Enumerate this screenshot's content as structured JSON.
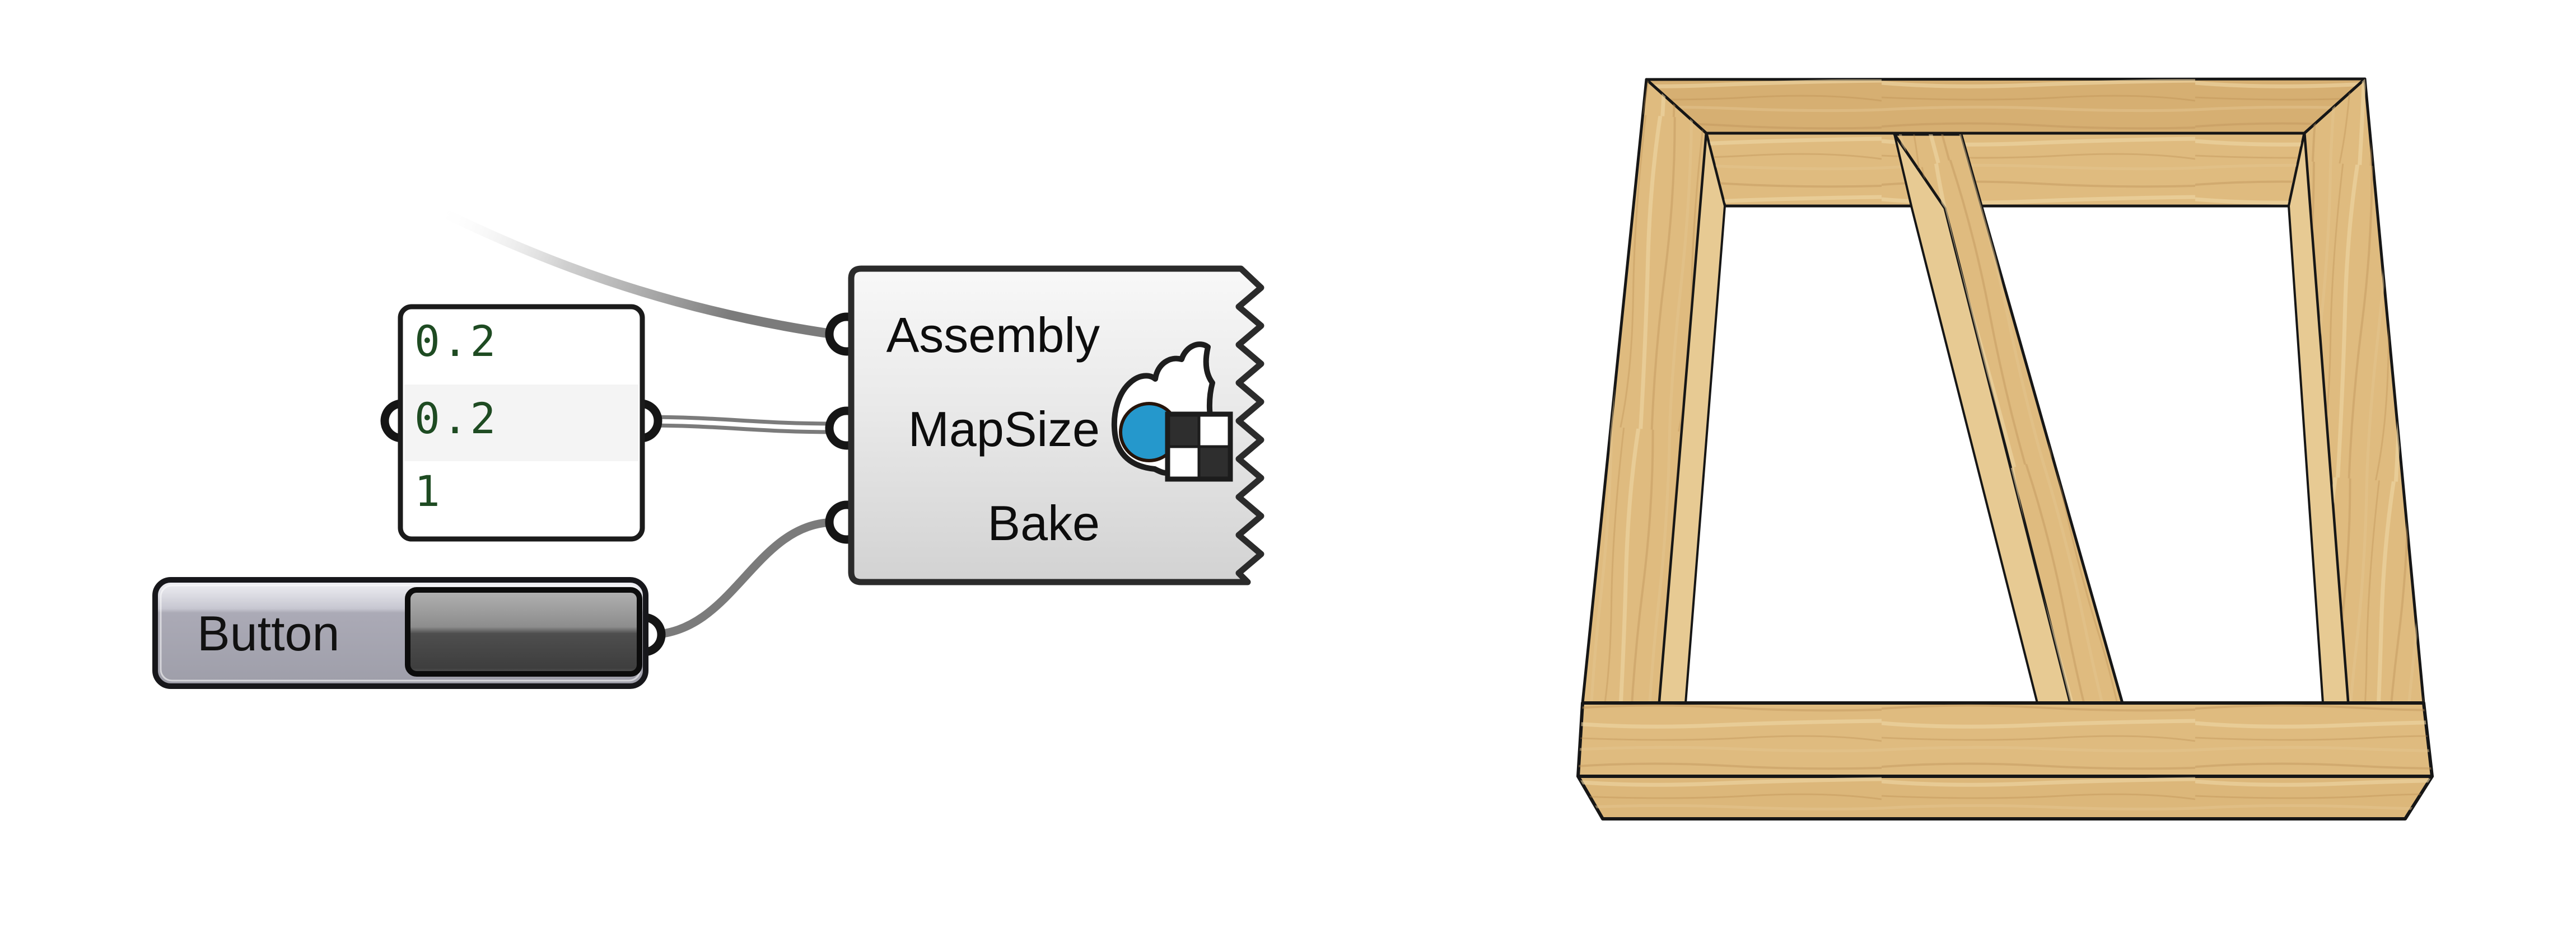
{
  "window": {
    "background": "#ffffff",
    "description": "Grasshopper node canvas with baked 3D viewport render of a timber frame"
  },
  "panel": {
    "values": [
      "0.2",
      "0.2",
      "1"
    ],
    "highlighted_row_index": 1,
    "colors": {
      "background": "#ffffff",
      "border": "#1b1b1b",
      "row_highlight": "#f4f4f4",
      "text": "#1e4b22"
    }
  },
  "bake_component": {
    "inputs": [
      {
        "label": "Assembly"
      },
      {
        "label": "MapSize"
      },
      {
        "label": "Bake"
      }
    ],
    "icon": "surface-texture-bake-icon",
    "colors": {
      "body_top": "#f7f7f7",
      "body_bottom": "#d2d2d2",
      "border": "#2b2b2b",
      "text": "#0d0d0d",
      "icon_blue": "#2598cc"
    }
  },
  "button": {
    "label": "Button",
    "colors": {
      "body_top": "#f3f3f7",
      "body_bottom": "#9e9ea9",
      "border": "#17171b",
      "pressed_top": "#a9a9a9",
      "pressed_bottom": "#3a3a3a"
    }
  },
  "wires": {
    "color": "#7b7b7b",
    "connections": [
      {
        "from": "offscreen-upper-left",
        "to": "Assembly",
        "style": "faded-single"
      },
      {
        "from": "panel-output",
        "to": "MapSize",
        "style": "double-list"
      },
      {
        "from": "button-output",
        "to": "Bake",
        "style": "single"
      }
    ]
  },
  "viewport_render": {
    "subject": "timber-frame-assembly-with-diagonal-brace",
    "wood_colors": {
      "front": "#dfbb7f",
      "top": "#d6af72",
      "side": "#e7ca93",
      "base": "#dcb77a",
      "grain": "#c2945a",
      "outline": "#161616"
    }
  }
}
